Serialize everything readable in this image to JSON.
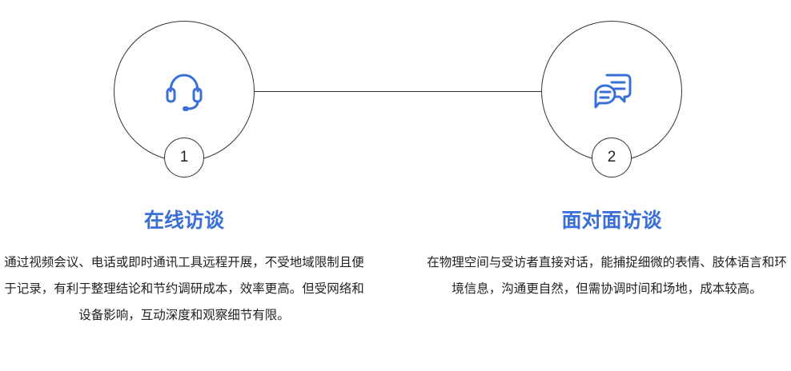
{
  "colors": {
    "accent": "#3b6fd8",
    "line": "#333333",
    "text": "#222222"
  },
  "steps": [
    {
      "number": "1",
      "icon": "headset-icon",
      "title": "在线访谈",
      "description": "通过视频会议、电话或即时通讯工具远程开展，不受地域限制且便于记录，有利于整理结论和节约调研成本，效率更高。但受网络和设备影响，互动深度和观察细节有限。"
    },
    {
      "number": "2",
      "icon": "chat-bubbles-icon",
      "title": "面对面访谈",
      "description": "在物理空间与受访者直接对话，能捕捉细微的表情、肢体语言和环境信息，沟通更自然，但需协调时间和场地，成本较高。"
    }
  ]
}
